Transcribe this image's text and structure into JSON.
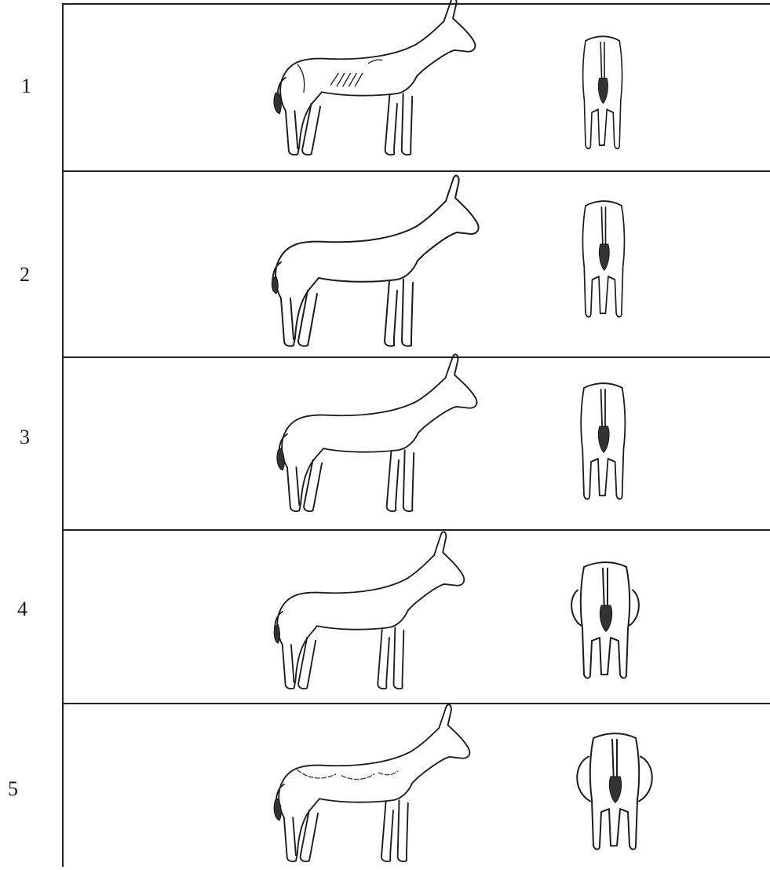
{
  "rows": [
    {
      "label": "1",
      "score": 1
    },
    {
      "label": "2",
      "score": 2
    },
    {
      "label": "3",
      "score": 3
    },
    {
      "label": "4",
      "score": 4
    },
    {
      "label": "5",
      "score": 5
    }
  ],
  "colors": {
    "ink": "#1c1c1c",
    "background": "#ffffff"
  },
  "icons": {
    "side_view": "donkey-side-icon",
    "rear_view": "donkey-rear-icon"
  }
}
